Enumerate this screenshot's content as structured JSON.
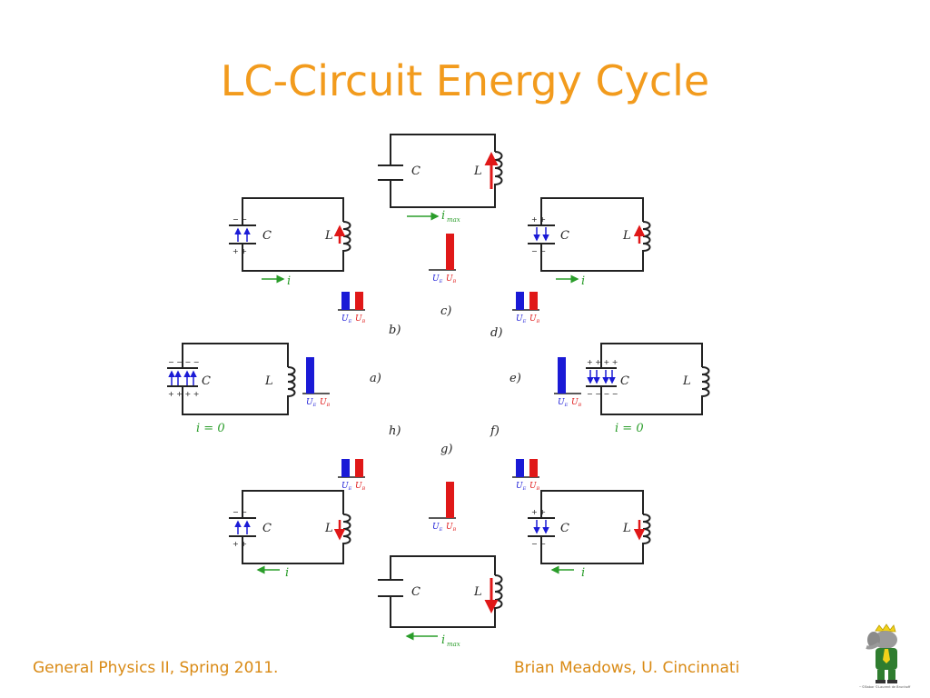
{
  "title": "LC-Circuit Energy Cycle",
  "footer": {
    "left": "General Physics II, Spring 2011.",
    "right": "Brian Meadows, U. Cincinnati"
  },
  "labels": {
    "capacitor": "C",
    "inductor": "L",
    "current": "i",
    "current_max": "i",
    "current_max_sub": "max",
    "zero_current": "i = 0",
    "energy_e": "U",
    "energy_e_sub": "E",
    "energy_b": "U",
    "energy_b_sub": "B",
    "plus_pair": "+ +",
    "minus_pair": "− −",
    "plus_quad": "+ + + +",
    "minus_quad": "− − − −"
  },
  "panels": {
    "a": "a)",
    "b": "b)",
    "c": "c)",
    "d": "d)",
    "e": "e)",
    "f": "f)",
    "g": "g)",
    "h": "h)"
  },
  "energy_bars": {
    "a": {
      "UE": 1.0,
      "UB": 0.0
    },
    "b": {
      "UE": 0.5,
      "UB": 0.5
    },
    "c": {
      "UE": 0.0,
      "UB": 1.0
    },
    "d": {
      "UE": 0.5,
      "UB": 0.5
    },
    "e": {
      "UE": 1.0,
      "UB": 0.0
    },
    "f": {
      "UE": 0.5,
      "UB": 0.5
    },
    "g": {
      "UE": 0.0,
      "UB": 1.0
    },
    "h": {
      "UE": 0.5,
      "UB": 0.5
    }
  },
  "colors": {
    "title": "#f29b1d",
    "footer": "#d98a15",
    "electric": "#1a1ad6",
    "magnetic": "#e01818",
    "current_arrow": "#2a9d2a"
  },
  "mascot": {
    "icon": "elephant-mascot-icon",
    "caption": "~©Babar ©Laurent de Brunhoff"
  }
}
